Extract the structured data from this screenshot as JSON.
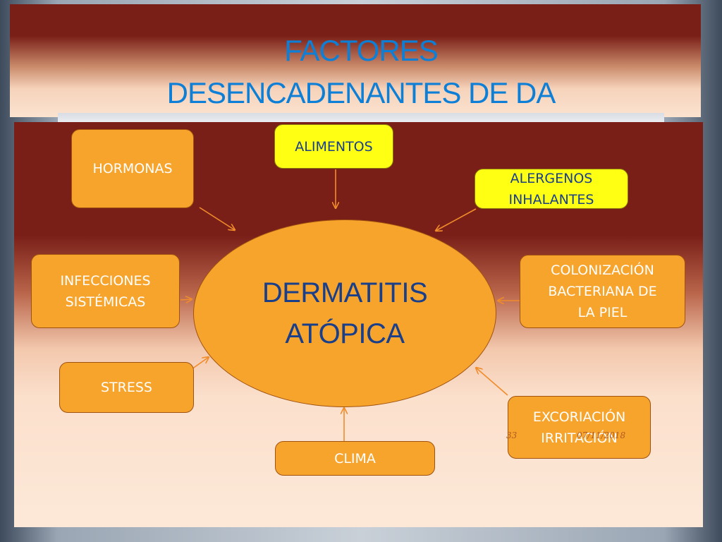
{
  "title": {
    "line1": "FACTORES",
    "line2": "DESENCADENANTES  DE DA"
  },
  "center": {
    "text": "DERMATITIS\nATÓPICA"
  },
  "factors": {
    "hormonas": "HORMONAS",
    "alimentos": "ALIMENTOS",
    "alergenos": "ALERGENOS\nINHALANTES",
    "infecciones": "INFECCIONES\nSISTÉMICAS",
    "colonizacion": "COLONIZACIÓN\nBACTERIANA DE\nLA PIEL",
    "stress": "STRESS",
    "excoriacion": "EXCORIACIÓN\nIRRITACIÓN",
    "clima": "CLIMA"
  },
  "footer": {
    "page_number": "33",
    "date": "07/11/2018"
  },
  "colors": {
    "box_fill": "#f7a42d",
    "highlight_fill": "#ffff14",
    "title_color": "#0d7fd6",
    "center_text_color": "#1a3f8a",
    "arrow_color": "#f08c2a"
  }
}
